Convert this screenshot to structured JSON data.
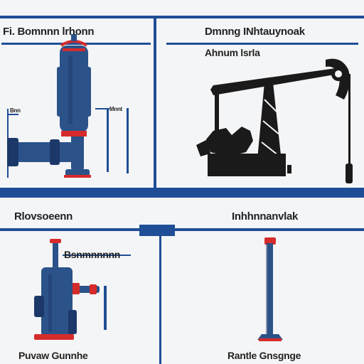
{
  "labels": {
    "top_left_header": "",
    "top_right_header": "",
    "panel_a_title": "Fi. Bomnnn lrhonn",
    "panel_b_title": "Dmnng INhtauynoak",
    "panel_b_subtitle": "Ahnum lsrla",
    "panel_a_left_note": "Bnn",
    "panel_a_right_note": "Mnnt",
    "panel_c_title": "Rlovsoeenn",
    "panel_c_callout": "Bsnmnnnnn",
    "panel_c_caption": "Puvaw Gunnhe",
    "panel_d_title": "Inhhnnanvlak",
    "panel_d_caption": "Rantle Gnsgnge"
  },
  "colors": {
    "grid_blue": "#1f4e96",
    "pump_blue": "#2b5289",
    "pump_dark": "#1c3868",
    "accent_red": "#d62b2b",
    "silhouette": "#1a1a1a",
    "background": "#f4f5f7"
  }
}
